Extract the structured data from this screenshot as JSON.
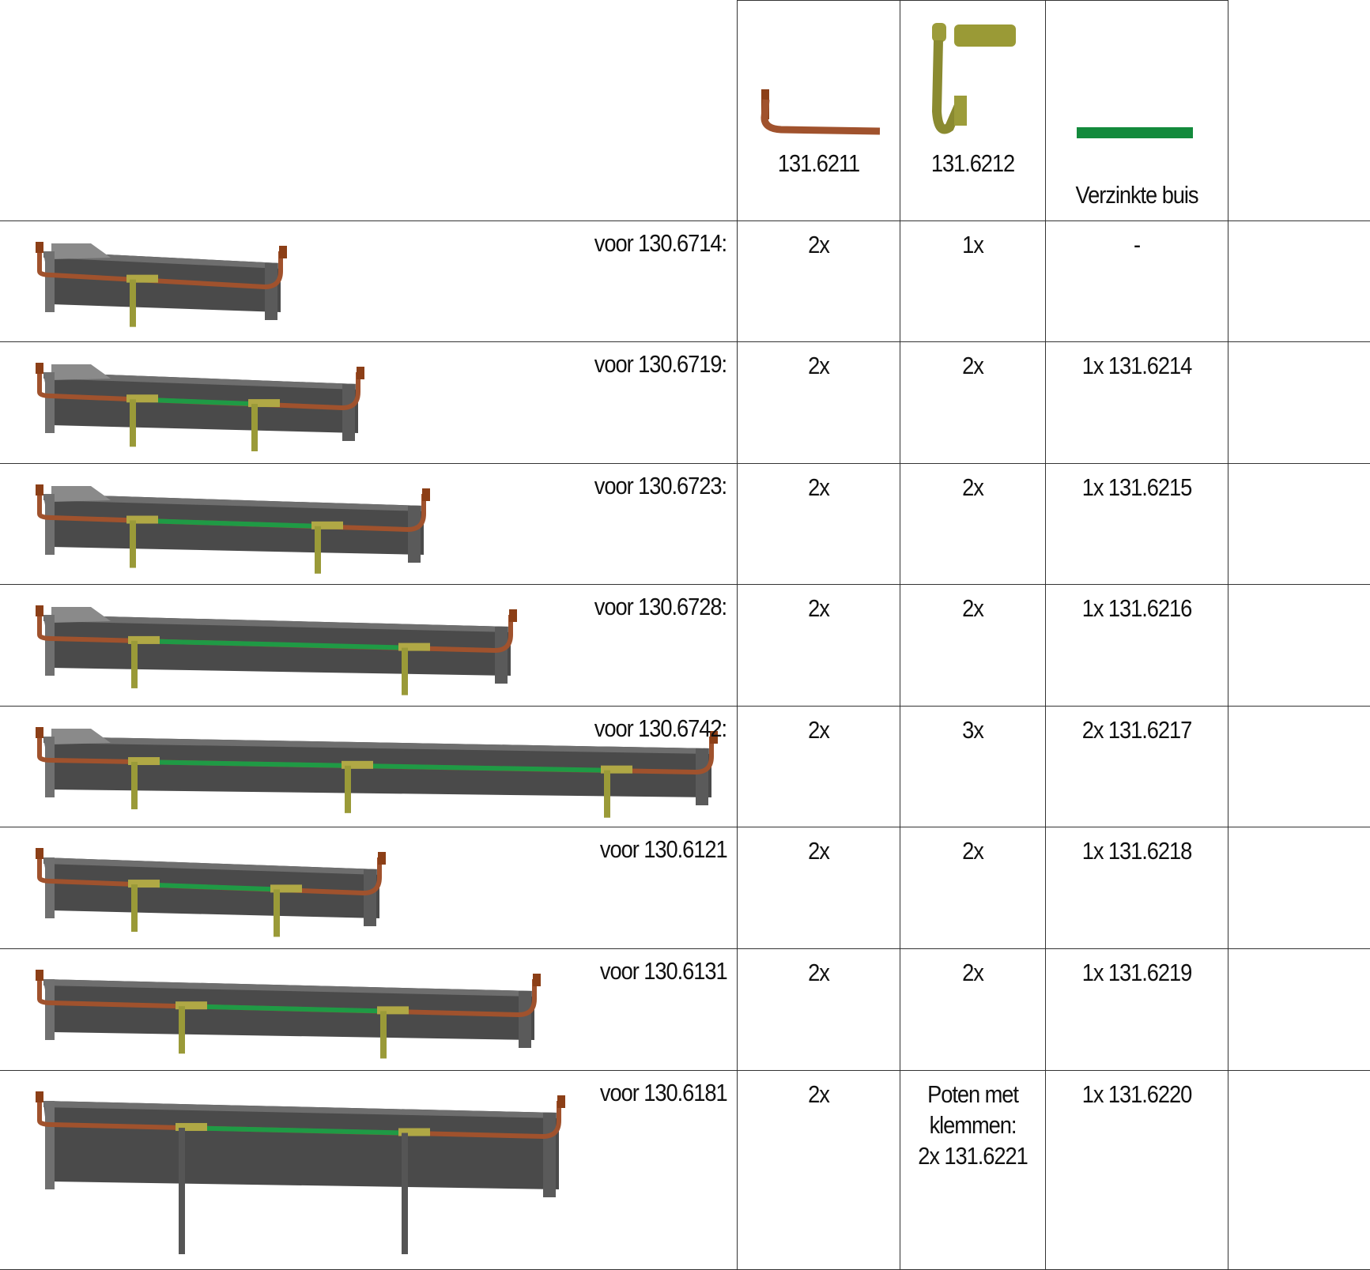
{
  "header": {
    "columns": [
      {
        "part": "131.6211",
        "icon": "elbow-bracket-icon",
        "color": "#9a4a1e"
      },
      {
        "part": "131.6212",
        "icon": "leg-clamp-icon",
        "color": "#8f8f2e"
      },
      {
        "part": "Verzinkte buis",
        "icon": "galvanized-pipe-icon",
        "color": "#138a3c"
      }
    ]
  },
  "rows": [
    {
      "label": "voor 130.6714:",
      "c1": "2x",
      "c2": "1x",
      "c3": "-"
    },
    {
      "label": "voor 130.6719:",
      "c1": "2x",
      "c2": "2x",
      "c3": "1x 131.6214"
    },
    {
      "label": "voor 130.6723:",
      "c1": "2x",
      "c2": "2x",
      "c3": "1x 131.6215"
    },
    {
      "label": "voor 130.6728:",
      "c1": "2x",
      "c2": "2x",
      "c3": "1x 131.6216"
    },
    {
      "label": "voor 130.6742:",
      "c1": "2x",
      "c2": "3x",
      "c3": "2x 131.6217"
    },
    {
      "label": "voor 130.6121",
      "c1": "2x",
      "c2": "2x",
      "c3": "1x 131.6218"
    },
    {
      "label": "voor 130.6131",
      "c1": "2x",
      "c2": "2x",
      "c3": "1x 131.6219"
    },
    {
      "label": "voor 130.6181",
      "c1": "2x",
      "c2": [
        "Poten met",
        "klemmen:",
        "2x 131.6221"
      ],
      "c3": "1x 131.6220"
    }
  ]
}
